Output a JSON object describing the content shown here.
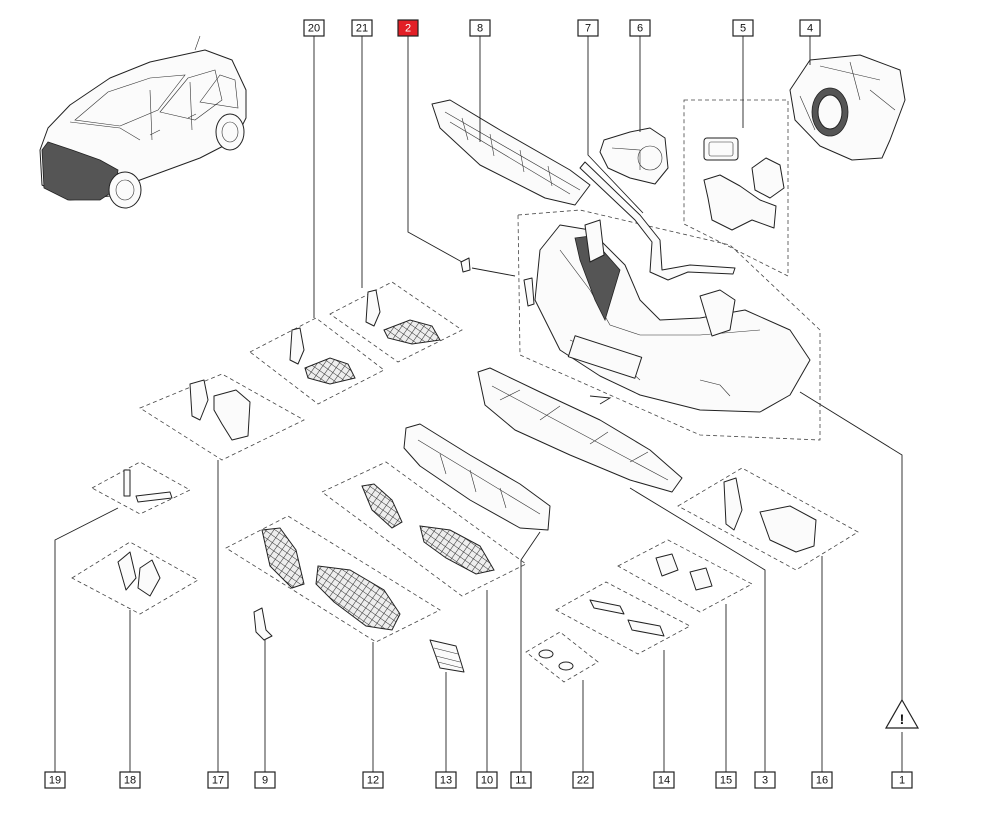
{
  "diagram": {
    "callouts": [
      {
        "id": "c20",
        "label": "20",
        "highlight": false
      },
      {
        "id": "c21",
        "label": "21",
        "highlight": false
      },
      {
        "id": "c2",
        "label": "2",
        "highlight": true
      },
      {
        "id": "c8",
        "label": "8",
        "highlight": false
      },
      {
        "id": "c7",
        "label": "7",
        "highlight": false
      },
      {
        "id": "c6",
        "label": "6",
        "highlight": false
      },
      {
        "id": "c5",
        "label": "5",
        "highlight": false
      },
      {
        "id": "c4",
        "label": "4",
        "highlight": false
      },
      {
        "id": "c19",
        "label": "19",
        "highlight": false
      },
      {
        "id": "c18",
        "label": "18",
        "highlight": false
      },
      {
        "id": "c17",
        "label": "17",
        "highlight": false
      },
      {
        "id": "c9",
        "label": "9",
        "highlight": false
      },
      {
        "id": "c12",
        "label": "12",
        "highlight": false
      },
      {
        "id": "c13",
        "label": "13",
        "highlight": false
      },
      {
        "id": "c10",
        "label": "10",
        "highlight": false
      },
      {
        "id": "c11",
        "label": "11",
        "highlight": false
      },
      {
        "id": "c22",
        "label": "22",
        "highlight": false
      },
      {
        "id": "c14",
        "label": "14",
        "highlight": false
      },
      {
        "id": "c15",
        "label": "15",
        "highlight": false
      },
      {
        "id": "c3",
        "label": "3",
        "highlight": false
      },
      {
        "id": "c16",
        "label": "16",
        "highlight": false
      },
      {
        "id": "c1",
        "label": "1",
        "highlight": false
      }
    ],
    "warning_symbol": "!",
    "colors": {
      "highlight": "#e21f26",
      "line": "#222222",
      "background": "#ffffff"
    },
    "icons": {
      "vehicle": "car-outline-icon",
      "warning": "warning-triangle-icon"
    }
  }
}
